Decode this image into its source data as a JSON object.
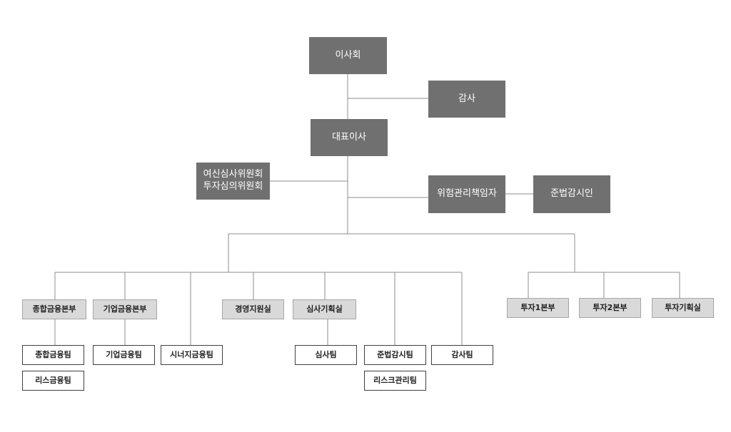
{
  "org_chart": {
    "board": "이사회",
    "audit": "감사",
    "ceo": "대표이사",
    "committees": "여신심사위원회\n투자심의위원회",
    "risk_officer": "위험관리책임자",
    "compliance_officer": "준법감시인",
    "departments": {
      "general_finance_hq": "종합금융본부",
      "corporate_finance_hq": "기업금융본부",
      "synergy_finance_team": "시너지금융팀",
      "management_support": "경영지원실",
      "review_planning": "심사기획실",
      "compliance_team": "준법감시팀",
      "audit_team": "감사팀",
      "investment_hq_1": "투자1본부",
      "investment_hq_2": "투자2본부",
      "investment_planning": "투자기획실"
    },
    "teams": {
      "general_finance_team": "종합금융팀",
      "lease_finance_team": "리스금융팀",
      "corporate_finance_team": "기업금융팀",
      "review_team": "심사팀",
      "risk_management_team": "리스크관리팀"
    },
    "colors": {
      "dark_box": "#707070",
      "light_box": "#d9d9d9",
      "connector": "#8c8c8c"
    }
  }
}
